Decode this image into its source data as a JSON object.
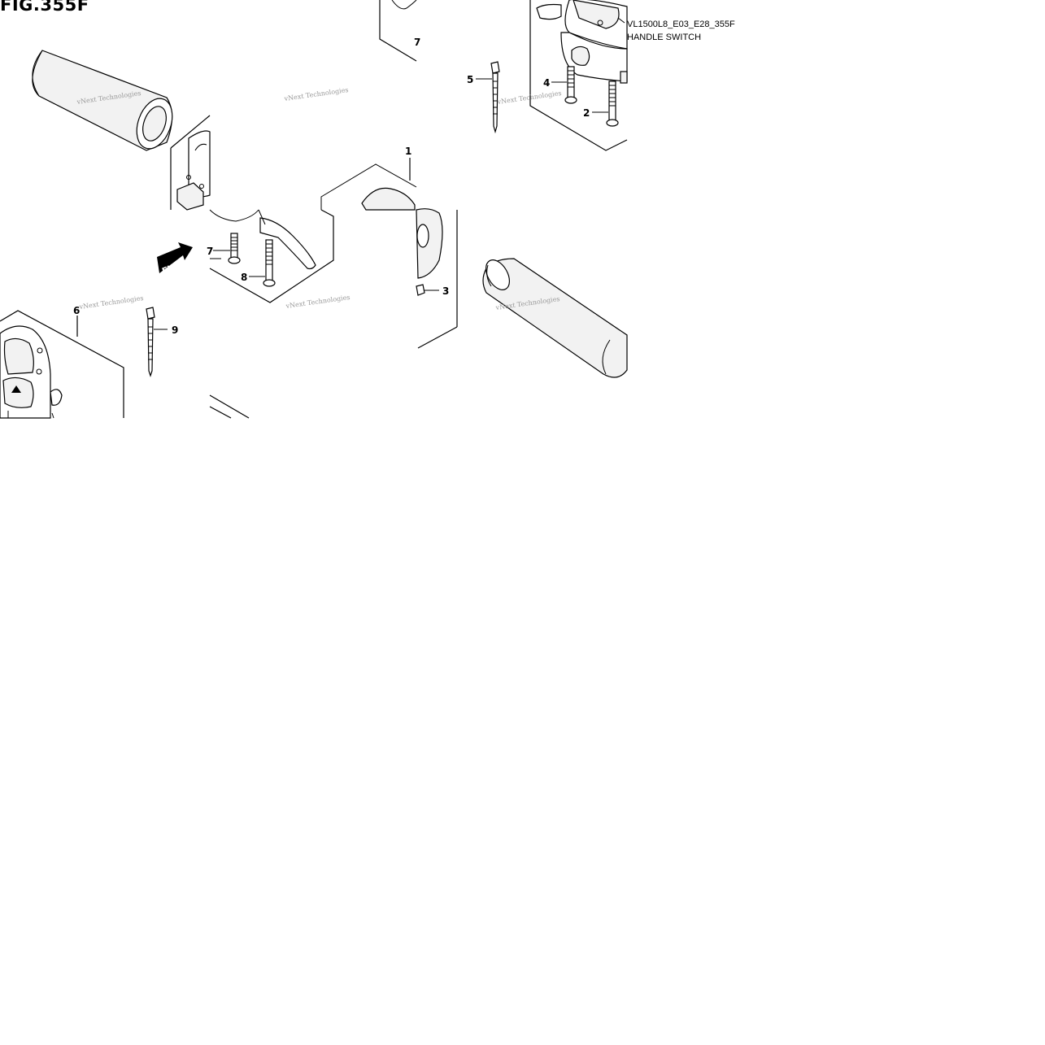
{
  "figure": {
    "title": "FIG.355F",
    "code": "VL1500L8_E03_E28_355F",
    "name": "HANDLE SWITCH"
  },
  "watermark": {
    "text": "vNext Technologies"
  },
  "fwd_label": "FWD",
  "callouts": [
    {
      "id": "1",
      "label": "1"
    },
    {
      "id": "2",
      "label": "2"
    },
    {
      "id": "3",
      "label": "3"
    },
    {
      "id": "4",
      "label": "4"
    },
    {
      "id": "5",
      "label": "5"
    },
    {
      "id": "6",
      "label": "6"
    },
    {
      "id": "7a",
      "label": "7"
    },
    {
      "id": "7b",
      "label": "7"
    },
    {
      "id": "8",
      "label": "8"
    },
    {
      "id": "9",
      "label": "9"
    }
  ]
}
